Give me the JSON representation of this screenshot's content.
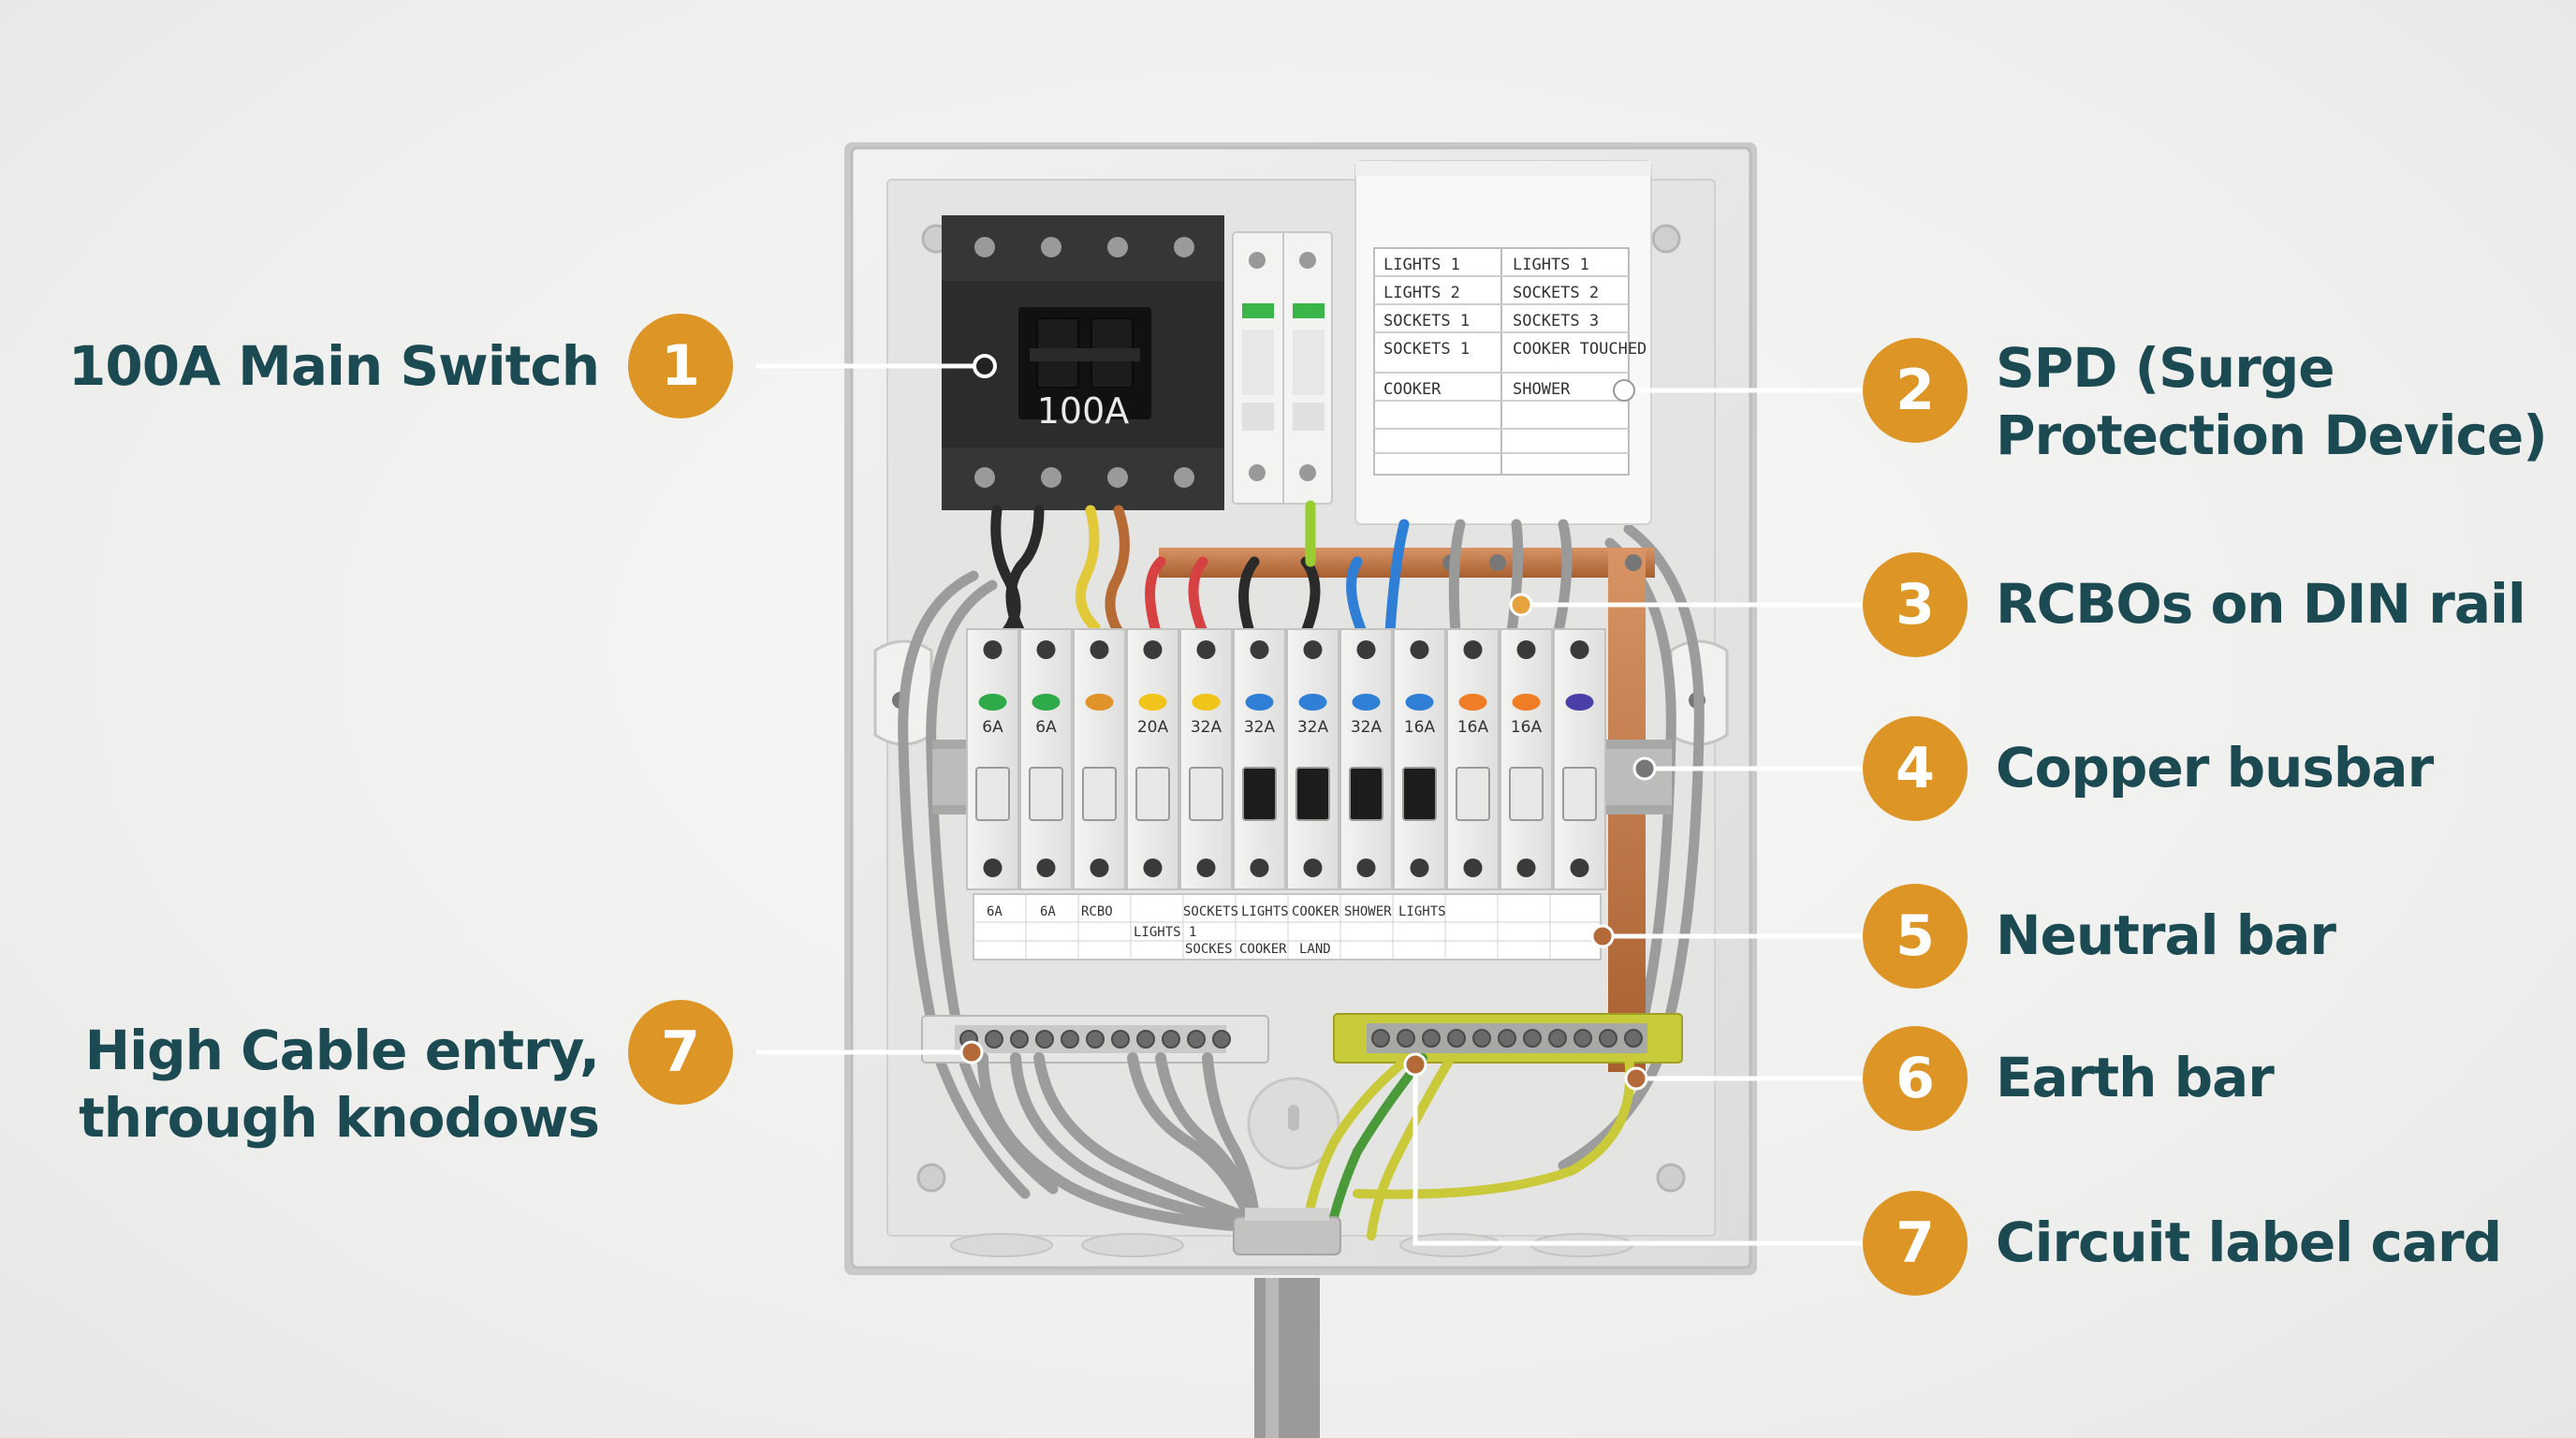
{
  "main_switch": {
    "rating": "100A"
  },
  "label_card": {
    "rows": [
      [
        "LIGHTS 1",
        "LIGHTS 1"
      ],
      [
        "LIGHTS 2",
        "SOCKETS 2"
      ],
      [
        "SOCKETS 1",
        "SOCKETS 3"
      ],
      [
        "SOCKETS 1",
        "COOKER TOUCHED"
      ],
      [
        "COOKER",
        "SHOWER"
      ]
    ]
  },
  "rcbos": [
    {
      "rating": "6A",
      "color": "#2faa4a"
    },
    {
      "rating": "6A",
      "color": "#2faa4a"
    },
    {
      "rating": "",
      "color": "#e0932a"
    },
    {
      "rating": "20A",
      "color": "#f0c419"
    },
    {
      "rating": "32A",
      "color": "#f0c419"
    },
    {
      "rating": "32A",
      "color": "#2f7fd6"
    },
    {
      "rating": "32A",
      "color": "#2f7fd6"
    },
    {
      "rating": "32A",
      "color": "#2f7fd6"
    },
    {
      "rating": "16A",
      "color": "#2f7fd6"
    },
    {
      "rating": "16A",
      "color": "#ee7d26"
    },
    {
      "rating": "16A",
      "color": "#ee7d26"
    },
    {
      "rating": "",
      "color": "#4a3ea8"
    }
  ],
  "circuit_strip": {
    "top": [
      "6A",
      "6A",
      "RCBO",
      "",
      "SOCKETS",
      "LIGHTS",
      "COOKER",
      "SHOWER",
      "LIGHTS"
    ],
    "bottom": [
      "",
      "",
      "",
      "LIGHTS 1",
      "SOCKES",
      "COOKER",
      "LAND",
      "",
      ""
    ]
  },
  "callouts": [
    {
      "num": "1",
      "text": "100A Main Switch"
    },
    {
      "num": "2",
      "text": "SPD (Surge\nProtection Device)"
    },
    {
      "num": "3",
      "text": "RCBOs on DIN rail"
    },
    {
      "num": "4",
      "text": "Copper busbar"
    },
    {
      "num": "5",
      "text": "Neutral bar"
    },
    {
      "num": "6",
      "text": "Earth bar"
    },
    {
      "num": "7",
      "text": "Circuit label card"
    },
    {
      "num": "7",
      "text": "High Cable entry,\nthrough knodows"
    }
  ],
  "colors": {
    "accent": "#dd9626",
    "callout_text": "#1b4a52",
    "enclosure": "#e9e9e7",
    "copper": "#c47a45",
    "earth_bar": "#c9cc3a"
  }
}
